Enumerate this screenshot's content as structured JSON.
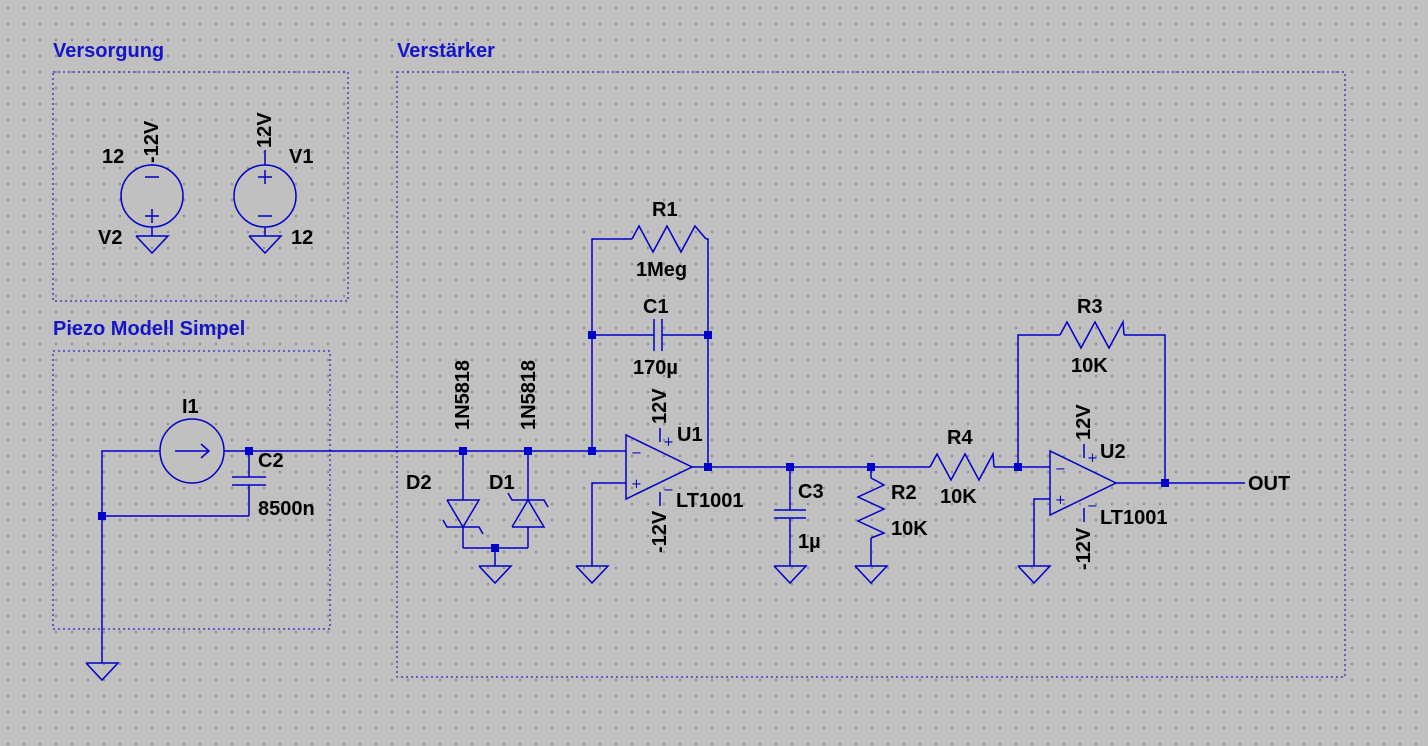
{
  "sections": {
    "supply": "Versorgung",
    "amplifier": "Verstärker",
    "piezo": "Piezo Modell Simpel"
  },
  "components": {
    "V1": {
      "name": "V1",
      "value": "12",
      "net": "12V"
    },
    "V2": {
      "name": "V2",
      "value": "12",
      "net": "-12V"
    },
    "I1": {
      "name": "I1"
    },
    "C2": {
      "name": "C2",
      "value": "8500n"
    },
    "D1": {
      "name": "D1",
      "model": "1N5818"
    },
    "D2": {
      "name": "D2",
      "model": "1N5818"
    },
    "R1": {
      "name": "R1",
      "value": "1Meg"
    },
    "C1": {
      "name": "C1",
      "value": "170µ"
    },
    "U1": {
      "name": "U1",
      "model": "LT1001",
      "vpos": "12V",
      "vneg": "-12V"
    },
    "C3": {
      "name": "C3",
      "value": "1µ"
    },
    "R2": {
      "name": "R2",
      "value": "10K"
    },
    "R4": {
      "name": "R4",
      "value": "10K"
    },
    "R3": {
      "name": "R3",
      "value": "10K"
    },
    "U2": {
      "name": "U2",
      "model": "LT1001",
      "vpos": "12V",
      "vneg": "-12V"
    }
  },
  "nets": {
    "out": "OUT"
  },
  "colors": {
    "background": "#c0c0c0",
    "wire": "#0000c8",
    "section_label": "#1414c8",
    "text": "#000000"
  }
}
